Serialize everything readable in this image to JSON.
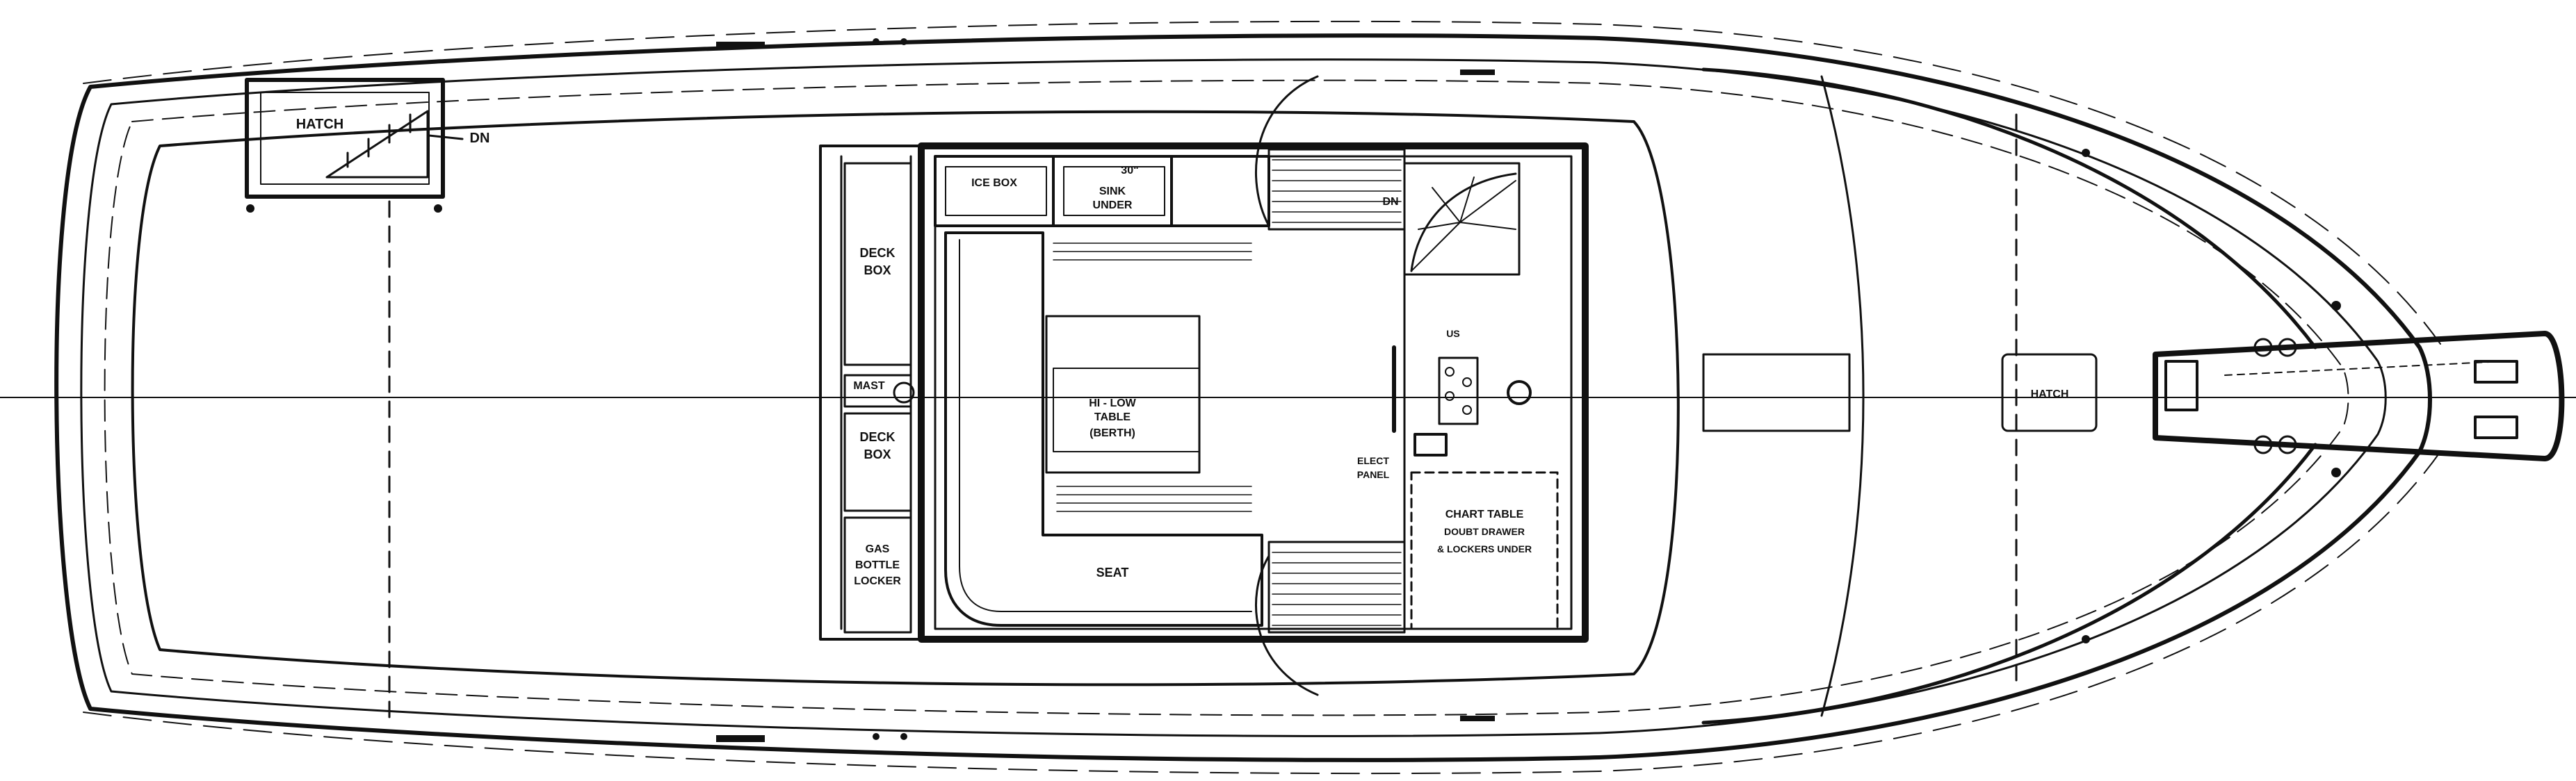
{
  "labels": {
    "hatch_aft": "HATCH",
    "down_aft": "DN",
    "ice_box": "ICE BOX",
    "sink_dim": "30\"",
    "sink_under_1": "SINK",
    "sink_under_2": "UNDER",
    "deck_box_1a": "DECK",
    "deck_box_1b": "BOX",
    "mast": "MAST",
    "deck_box_2a": "DECK",
    "deck_box_2b": "BOX",
    "gas_locker_1": "GAS",
    "gas_locker_2": "BOTTLE",
    "gas_locker_3": "LOCKER",
    "table_1": "HI - LOW",
    "table_2": "TABLE",
    "table_3": "(BERTH)",
    "seat": "SEAT",
    "down_stair": "DN",
    "us": "US",
    "elect_1": "ELECT",
    "elect_2": "PANEL",
    "chart_1": "CHART TABLE",
    "chart_2": "DOUBT DRAWER",
    "chart_3": "& LOCKERS UNDER",
    "hatch_fwd": "HATCH"
  }
}
